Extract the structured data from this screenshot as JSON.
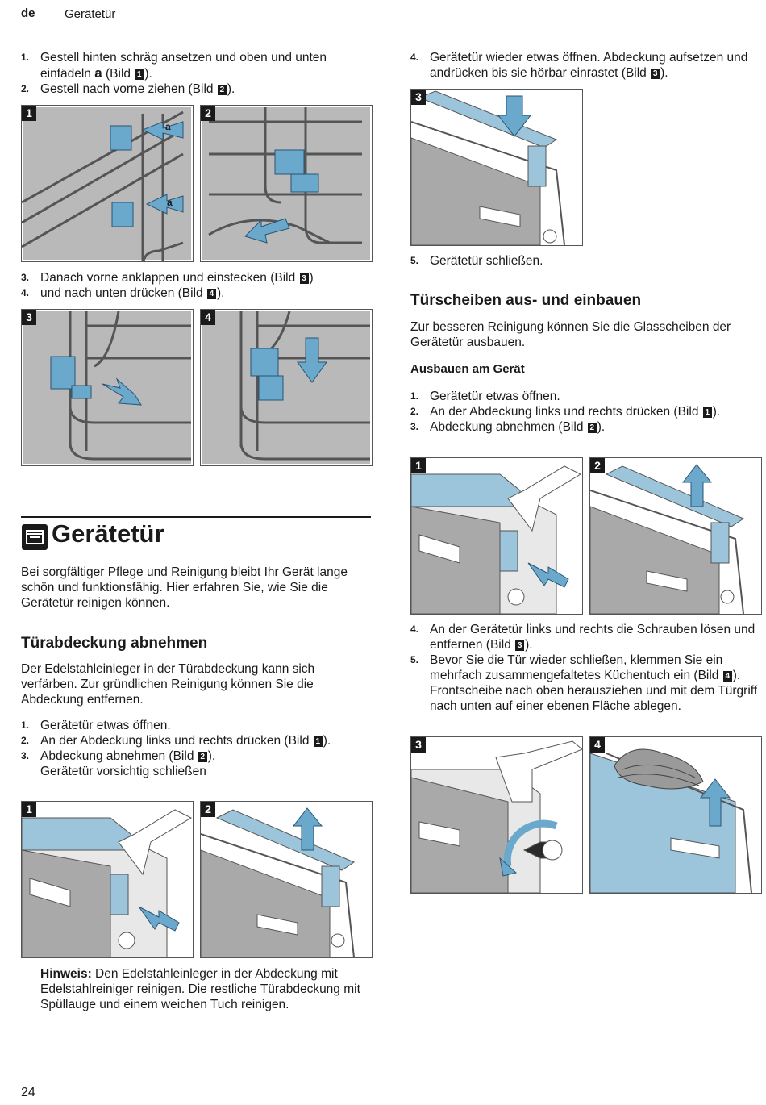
{
  "header": {
    "lang": "de",
    "title": "Gerätetür"
  },
  "col1": {
    "steps_a": [
      {
        "num": "1.",
        "pre": "Gestell hinten schräg ansetzen und oben und unten einfädeln ",
        "letter": "a",
        "mid": " (Bild ",
        "badge": "1",
        "post": ")."
      },
      {
        "num": "2.",
        "pre": "Gestell nach vorne ziehen (Bild ",
        "badge": "2",
        "post": ")."
      }
    ],
    "steps_b": [
      {
        "num": "3.",
        "pre": "Danach vorne anklappen und einstecken (Bild ",
        "badge": "3",
        "post": ")"
      },
      {
        "num": "4.",
        "pre": "und nach unten drücken (Bild ",
        "badge": "4",
        "post": ")."
      }
    ],
    "section_title": "Gerätetür",
    "intro": "Bei sorgfältiger Pflege und Reinigung bleibt Ihr Gerät lange schön und funktionsfähig. Hier erfahren Sie, wie Sie die Gerätetür reinigen können.",
    "sub_title": "Türabdeckung abnehmen",
    "sub_intro": "Der Edelstahleinleger in der Türabdeckung kann sich verfärben. Zur gründlichen Reinigung können Sie die Abdeckung entfernen.",
    "steps_c": [
      {
        "num": "1.",
        "text": "Gerätetür etwas öffnen."
      },
      {
        "num": "2.",
        "pre": "An der Abdeckung links und rechts drücken (Bild ",
        "badge": "1",
        "post": ")."
      },
      {
        "num": "3.",
        "pre": "Abdeckung abnehmen (Bild ",
        "badge": "2",
        "post": ").",
        "line2": "Gerätetür vorsichtig schließen"
      }
    ],
    "note_label": "Hinweis:",
    "note_text": " Den Edelstahleinleger in der Abdeckung mit Edelstahlreiniger reinigen. Die restliche Türabdeckung mit Spüllauge und einem weichen Tuch reinigen."
  },
  "col2": {
    "step4": {
      "num": "4.",
      "pre": "Gerätetür wieder etwas öffnen. Abdeckung aufsetzen und andrücken bis sie hörbar einrastet (Bild ",
      "badge": "3",
      "post": ")."
    },
    "step5": {
      "num": "5.",
      "text": "Gerätetür schließen."
    },
    "sub_title": "Türscheiben aus- und einbauen",
    "sub_intro": "Zur besseren Reinigung können Sie die Glasscheiben der Gerätetür ausbauen.",
    "minor_title": "Ausbauen am Gerät",
    "steps_d": [
      {
        "num": "1.",
        "text": "Gerätetür etwas öffnen."
      },
      {
        "num": "2.",
        "pre": "An der Abdeckung links und rechts drücken (Bild ",
        "badge": "1",
        "post": ")."
      },
      {
        "num": "3.",
        "pre": "Abdeckung abnehmen (Bild ",
        "badge": "2",
        "post": ")."
      }
    ],
    "steps_e": [
      {
        "num": "4.",
        "pre": "An der Gerätetür links und rechts die Schrauben lösen und entfernen (Bild ",
        "badge": "3",
        "post": ")."
      },
      {
        "num": "5.",
        "pre": "Bevor Sie die Tür wieder schließen, klemmen Sie ein mehrfach zusammengefaltetes Küchentuch ein (Bild ",
        "badge": "4",
        "post": ").",
        "line2": "Frontscheibe nach oben herausziehen und mit dem Türgriff nach unten auf einer ebenen Fläche ablegen."
      }
    ]
  },
  "figures": {
    "rack1": "1",
    "rack2": "2",
    "rack3": "3",
    "rack4": "4",
    "rack_letter": "a",
    "cover_a": "3",
    "door1": "1",
    "door2": "2",
    "door3": "1",
    "door4": "2",
    "door5": "3",
    "door6": "4"
  },
  "page_number": "24",
  "colors": {
    "accent_blue": "#6aa8cc",
    "fig_gray": "#b9b9b9",
    "fig_dark": "#555555"
  }
}
